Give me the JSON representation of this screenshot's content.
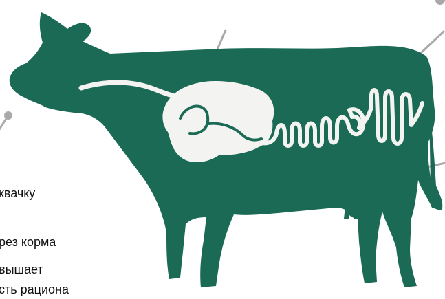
{
  "labels": {
    "line1": "квачку",
    "line2": "рез корма",
    "line3": "вышает",
    "line4": "сть рациона"
  },
  "colors": {
    "cow": "#1b6a55",
    "organs": "#f3f4f2",
    "leader": "#a9a9a9",
    "text": "#111111"
  },
  "icons": {
    "silhouette": "cow-silhouette",
    "digestive": "rumen-stomach-and-intestine"
  }
}
